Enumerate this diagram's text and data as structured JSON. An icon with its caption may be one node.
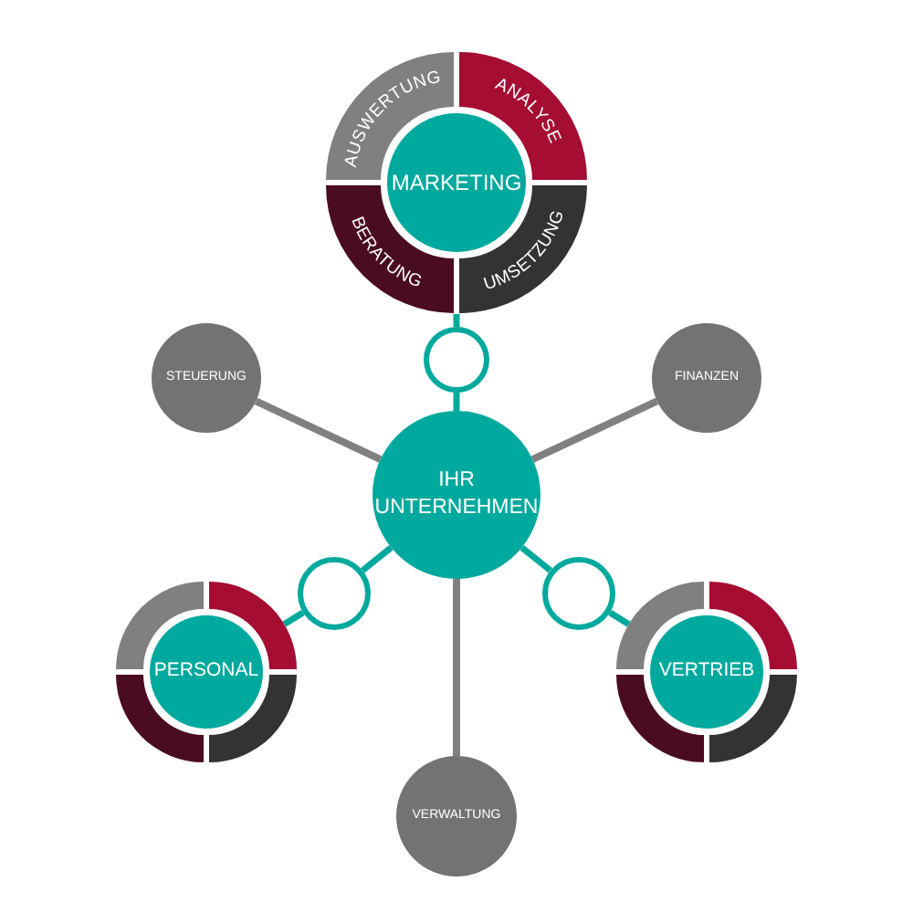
{
  "diagram": {
    "nodes": [
      {
        "text": [
          "MARKETING"
        ]
      },
      {
        "text": [
          "AUSWERTUNG"
        ],
        "in": 0
      },
      {
        "text": [
          "ANALYSE"
        ],
        "in": 0
      },
      {
        "text": [
          "BERATUNG"
        ],
        "in": 0
      },
      {
        "text": [
          "UMSETZUNG"
        ],
        "in": 0
      },
      {
        "text": [
          "STEUERUNG"
        ]
      },
      {
        "text": [
          "FINANZEN"
        ]
      },
      {
        "text": [],
        "shape": "circle"
      },
      {
        "text": [
          "IHR UNTERNEHMEN"
        ]
      },
      {
        "text": [],
        "shape": "circle"
      },
      {
        "text": [],
        "shape": "circle"
      },
      {
        "text": [
          "PERSONAL"
        ]
      },
      {
        "text": [
          "VERTRIEB"
        ]
      },
      {
        "text": [
          "VERWALTUNG"
        ]
      }
    ],
    "edges": [
      {
        "from": 8,
        "to": 7,
        "arrow": "none"
      },
      {
        "from": 7,
        "to": 0,
        "arrow": "none"
      },
      {
        "from": 8,
        "to": 5,
        "arrow": "none",
        "color": "#808080"
      },
      {
        "from": 8,
        "to": 6,
        "arrow": "none",
        "color": "#808080"
      },
      {
        "from": 8,
        "to": 9,
        "arrow": "none"
      },
      {
        "from": 9,
        "to": 11,
        "arrow": "none"
      },
      {
        "from": 8,
        "to": 10,
        "arrow": "none"
      },
      {
        "from": 10,
        "to": 12,
        "arrow": "none"
      },
      {
        "from": 8,
        "to": 13,
        "arrow": "none",
        "color": "#808080"
      }
    ]
  }
}
